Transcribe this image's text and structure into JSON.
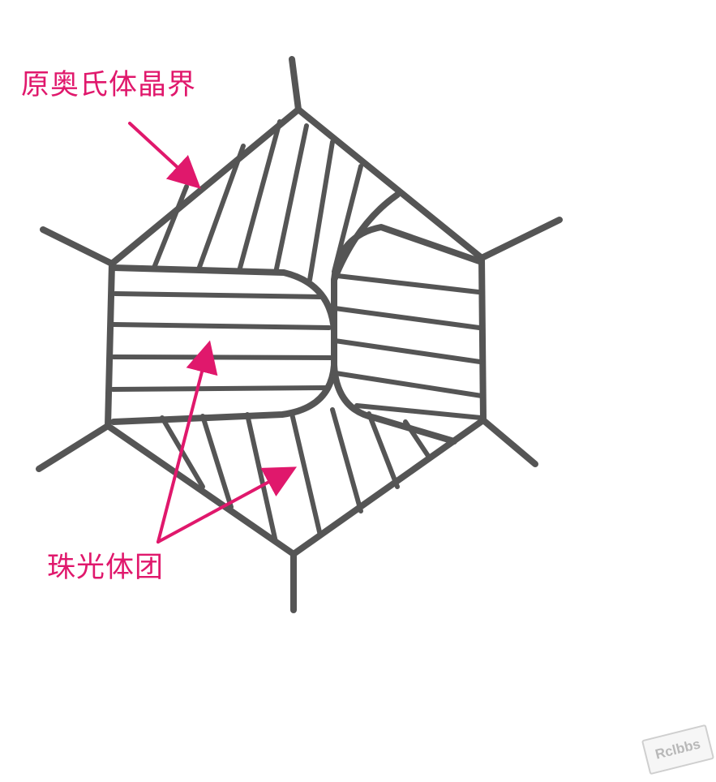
{
  "labels": {
    "austenite_boundary": "原奥氏体晶界",
    "pearlite_colony": "珠光体团"
  },
  "colors": {
    "line": "#555555",
    "annotation": "#e0186c",
    "background": "#ffffff"
  },
  "watermark": "Rclbbs"
}
